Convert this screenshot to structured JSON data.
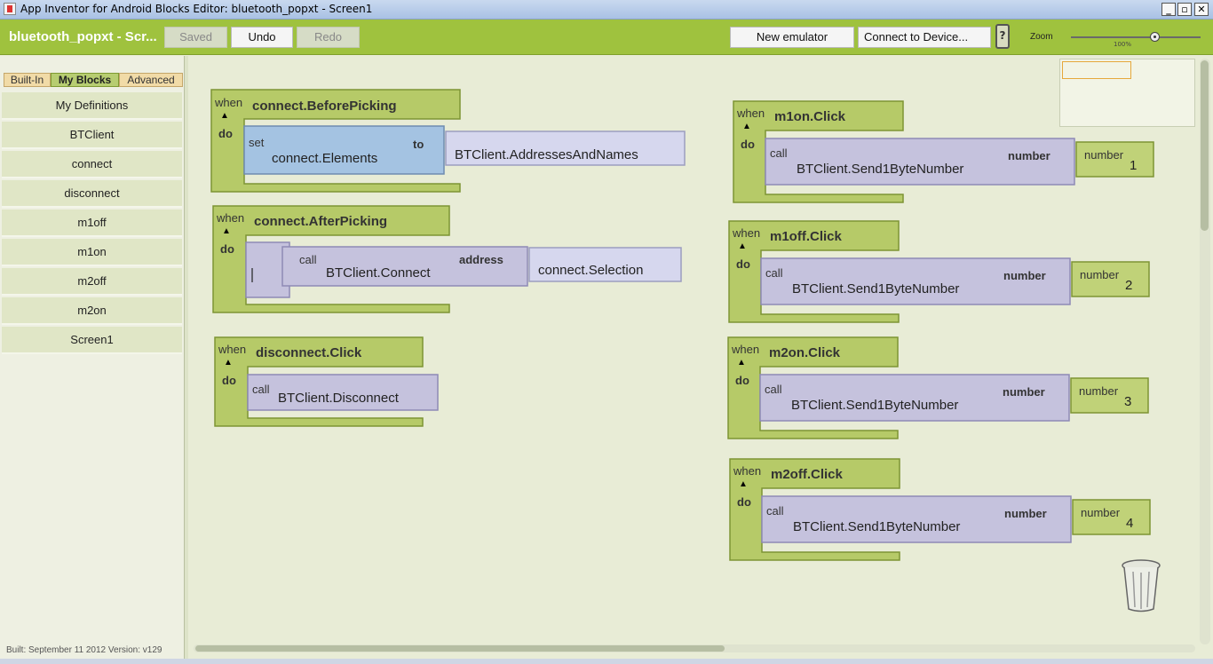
{
  "window": {
    "title": "App Inventor for Android Blocks Editor: bluetooth_popxt - Screen1",
    "minimize": "_",
    "maximize": "▫",
    "close": "✕"
  },
  "toolbar": {
    "project_name": "bluetooth_popxt - Scr...",
    "saved_label": "Saved",
    "undo_label": "Undo",
    "redo_label": "Redo",
    "new_emulator_label": "New emulator",
    "connect_label": "Connect to Device...",
    "phone_icon": "?",
    "zoom_label": "Zoom",
    "zoom_percent": "100%"
  },
  "sidebar": {
    "tabs": [
      {
        "label": "Built-In",
        "active": false
      },
      {
        "label": "My Blocks",
        "active": true
      },
      {
        "label": "Advanced",
        "active": false
      }
    ],
    "items": [
      {
        "label": "My Definitions"
      },
      {
        "label": "BTClient"
      },
      {
        "label": "connect"
      },
      {
        "label": "disconnect"
      },
      {
        "label": "m1off"
      },
      {
        "label": "m1on"
      },
      {
        "label": "m2off"
      },
      {
        "label": "m2on"
      },
      {
        "label": "Screen1"
      }
    ],
    "build_info": "Built: September 11 2012 Version: v129"
  },
  "blocks": {
    "kw": {
      "when": "when",
      "do": "do",
      "set": "set",
      "to": "to",
      "call": "call",
      "address": "address",
      "number": "number",
      "collapse": "▲"
    },
    "b1": {
      "event": "connect.BeforePicking",
      "setter": "connect.Elements",
      "value": "BTClient.AddressesAndNames"
    },
    "b2": {
      "event": "connect.AfterPicking",
      "method": "BTClient.Connect",
      "value": "connect.Selection"
    },
    "b3": {
      "event": "disconnect.Click",
      "method": "BTClient.Disconnect"
    },
    "b4": {
      "event": "m1on.Click",
      "method": "BTClient.Send1ByteNumber",
      "num": "1"
    },
    "b5": {
      "event": "m1off.Click",
      "method": "BTClient.Send1ByteNumber",
      "num": "2"
    },
    "b6": {
      "event": "m2on.Click",
      "method": "BTClient.Send1ByteNumber",
      "num": "3"
    },
    "b7": {
      "event": "m2off.Click",
      "method": "BTClient.Send1ByteNumber",
      "num": "4"
    }
  },
  "colors": {
    "event_block": "#b6ca68",
    "call_block": "#c5c2dd",
    "set_block": "#a4c3e2",
    "value_block": "#d6d7ee",
    "number_block": "#c0d278"
  }
}
